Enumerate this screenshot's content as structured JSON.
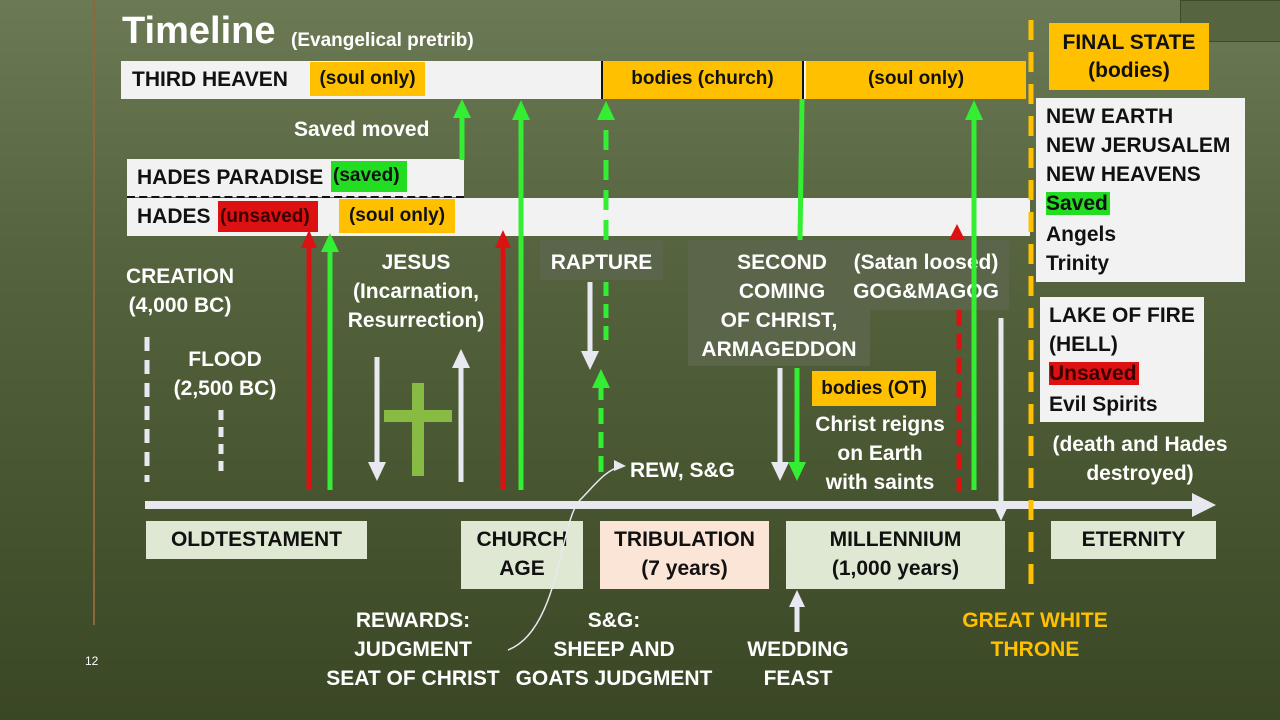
{
  "header": {
    "title": "Timeline",
    "subtitle": "(Evangelical pretrib)"
  },
  "slide_number": "12",
  "bands": {
    "third_heaven": "THIRD HEAVEN",
    "third_soul_only_1": "(soul only)",
    "third_bodies_church": "bodies (church)",
    "third_soul_only_2": "(soul only)",
    "saved_moved": "Saved moved",
    "hades_paradise": "HADES PARADISE",
    "hades_paradise_tag": "(saved)",
    "hades": "HADES",
    "hades_tag": "(unsaved)",
    "hades_soul_only": "(soul only)"
  },
  "final_state": {
    "title_line1": "FINAL STATE",
    "title_line2": "(bodies)",
    "items": [
      "NEW EARTH",
      "NEW JERUSALEM",
      "NEW HEAVENS",
      "Saved",
      "Angels",
      "Trinity"
    ],
    "lake_items": [
      "LAKE OF FIRE",
      "(HELL)",
      "Unsaved",
      "Evil Spirits"
    ],
    "death_note_1": "(death and Hades",
    "death_note_2": "destroyed)"
  },
  "events": {
    "creation_1": "CREATION",
    "creation_2": "(4,000 BC)",
    "flood_1": "FLOOD",
    "flood_2": "(2,500 BC)",
    "jesus_1": "JESUS",
    "jesus_2": "(Incarnation,",
    "jesus_3": "Resurrection)",
    "rapture": "RAPTURE",
    "second_1": "SECOND",
    "second_2": "COMING",
    "second_3": "OF CHRIST,",
    "second_4": "ARMAGEDDON",
    "satan_1": "(Satan loosed)",
    "satan_2": "GOG&MAGOG",
    "bodies_ot": "bodies (OT)",
    "reign_1": "Christ reigns",
    "reign_2": "on Earth",
    "reign_3": "with saints",
    "rew": "REW, S&G"
  },
  "eras": {
    "ot": "OLDTESTAMENT",
    "church_1": "CHURCH",
    "church_2": "AGE",
    "trib_1": "TRIBULATION",
    "trib_2": "(7 years)",
    "mill_1": "MILLENNIUM",
    "mill_2": "(1,000 years)",
    "eternity": "ETERNITY"
  },
  "footnotes": {
    "rewards_1": "REWARDS:",
    "rewards_2": "JUDGMENT",
    "rewards_3": "SEAT OF CHRIST",
    "sg_1": "S&G:",
    "sg_2": "SHEEP AND",
    "sg_3": "GOATS JUDGMENT",
    "wedding_1": "WEDDING",
    "wedding_2": "FEAST",
    "gwt_1": "GREAT WHITE",
    "gwt_2": "THRONE"
  },
  "colors": {
    "gold": "#ffc000",
    "green": "#33ee33",
    "red": "#dd1111",
    "band": "#f2f2f2",
    "era_box": "#dfe8d2",
    "trib_box": "#fbe5d6",
    "grey_box": "#5a6549"
  }
}
